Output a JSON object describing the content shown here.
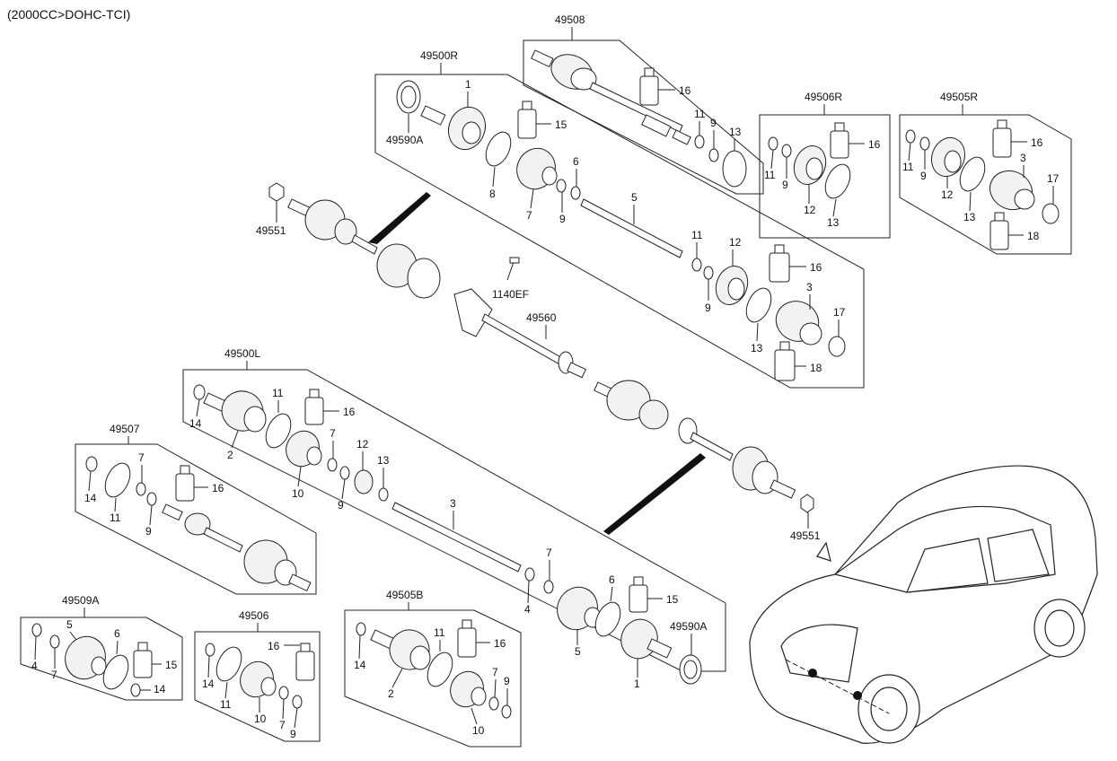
{
  "header": "(2000CC>DOHC-TCI)",
  "groups": {
    "g49508": "49508",
    "g49500R": "49500R",
    "g49506R": "49506R",
    "g49505R": "49505R",
    "g49500L": "49500L",
    "g49507": "49507",
    "g49509A": "49509A",
    "g49506": "49506",
    "g49505B": "49505B"
  },
  "parts": {
    "p49551": "49551",
    "p49590A": "49590A",
    "p1140EF": "1140EF",
    "p49560": "49560",
    "n1": "1",
    "n2": "2",
    "n3": "3",
    "n4": "4",
    "n5": "5",
    "n6": "6",
    "n7": "7",
    "n8": "8",
    "n9": "9",
    "n10": "10",
    "n11": "11",
    "n12": "12",
    "n13": "13",
    "n14": "14",
    "n15": "15",
    "n16": "16",
    "n17": "17",
    "n18": "18"
  }
}
